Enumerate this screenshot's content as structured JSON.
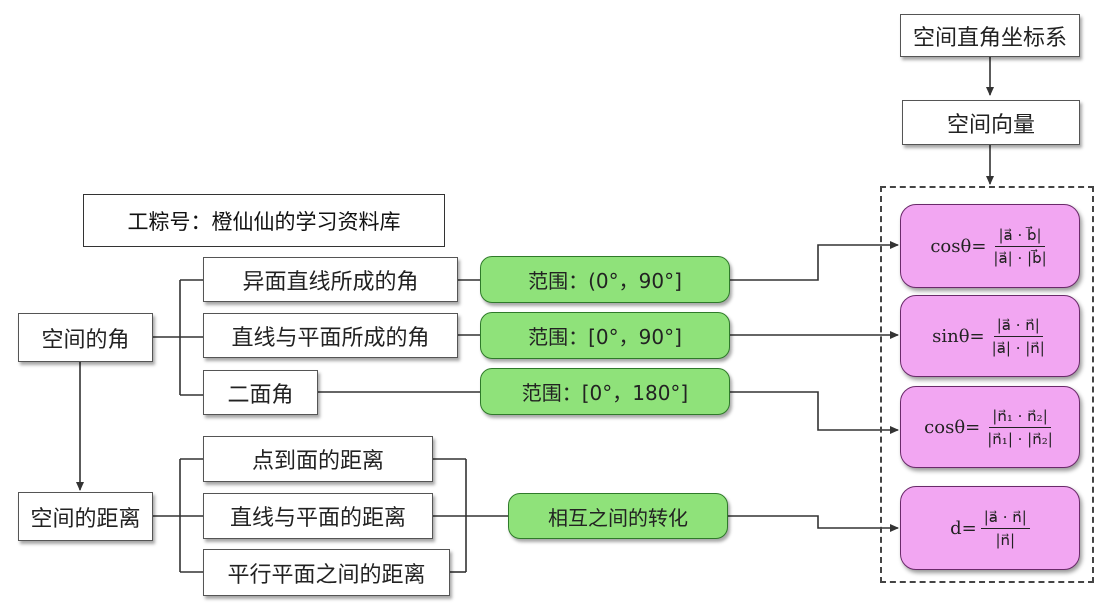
{
  "top_chain": {
    "coordinate_system": "空间直角坐标系",
    "space_vector": "空间向量"
  },
  "watermark": "工粽号：橙仙仙的学习资料库",
  "angles": {
    "root": "空间的角",
    "items": [
      {
        "label": "异面直线所成的角",
        "range": "范围：(0°，90°]"
      },
      {
        "label": "直线与平面所成的角",
        "range": "范围：[0°，90°]"
      },
      {
        "label": "二面角",
        "range": "范围：[0°，180°]"
      }
    ]
  },
  "distances": {
    "root": "空间的距离",
    "items": [
      "点到面的距离",
      "直线与平面的距离",
      "平行平面之间的距离"
    ],
    "conversion": "相互之间的转化"
  },
  "formulas": [
    {
      "lhs": "cosθ=",
      "num": "|a⃗ · b⃗|",
      "den": "|a⃗| · |b⃗|"
    },
    {
      "lhs": "sinθ=",
      "num": "|a⃗ · n⃗|",
      "den": "|a⃗| · |n⃗|"
    },
    {
      "lhs": "cosθ=",
      "num": "|n⃗₁ · n⃗₂|",
      "den": "|n⃗₁| · |n⃗₂|"
    },
    {
      "lhs": "d=",
      "num": "|a⃗ · n⃗|",
      "den": "|n⃗|"
    }
  ]
}
